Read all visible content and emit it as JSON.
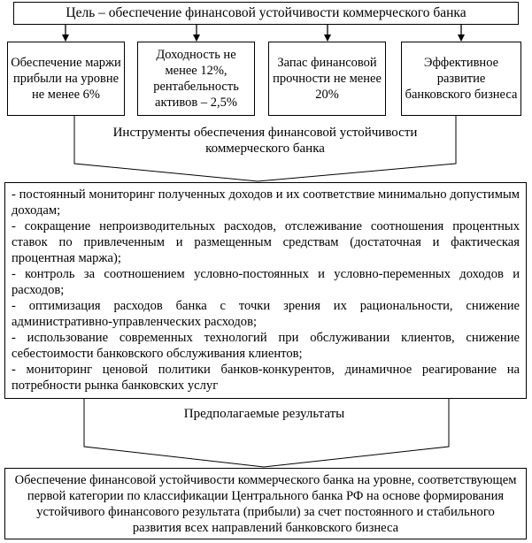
{
  "goal": "Цель – обеспечение финансовой устойчивости коммерческого банка",
  "sub_goals": [
    "Обеспечение маржи прибыли на уровне не менее 6%",
    "Доходность не менее 12%, рентабельность активов – 2,5%",
    "Запас финансовой прочности не менее 20%",
    "Эффективное развитие банковского бизнеса"
  ],
  "instruments_label": "Инструменты обеспечения финансовой устойчивости коммерческого банка",
  "measures": [
    "- постоянный мониторинг полученных доходов и их соответствие минимально допустимым доходам;",
    "- сокращение непроизводительных расходов, отслеживание соотношения процентных ставок по привлеченным и размещенным средствам (достаточная и фактическая процентная маржа);",
    "- контроль за соотношением условно-постоянных и условно-переменных доходов и расходов;",
    "- оптимизация расходов банка с точки зрения их рациональности, снижение административно-управленческих расходов;",
    "- использование современных технологий при обслуживании клиентов, снижение себестоимости банковского обслуживания клиентов;",
    "- мониторинг ценовой политики банков-конкурентов, динамичное реагирование на потребности рынка банковских услуг"
  ],
  "results_label": "Предполагаемые результаты",
  "outcome": "Обеспечение финансовой устойчивости коммерческого банка на уровне, соответствующем первой категории по классификации Центрального банка РФ на основе формирования устойчивого финансового результата (прибыли) за счет постоянного и стабильного развития всех направлений банковского бизнеса",
  "colors": {
    "line": "#000000",
    "background": "#ffffff"
  }
}
